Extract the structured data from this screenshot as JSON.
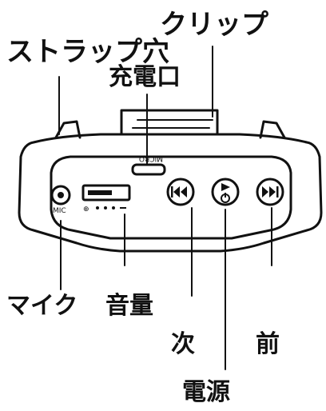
{
  "labels": {
    "clip": "クリップ",
    "strap_hole": "ストラップ穴",
    "charge_port": "充電口",
    "mic": "マイク",
    "volume": "音量",
    "next": "次",
    "prev": "前",
    "power": "電源"
  },
  "device_text": {
    "usb": "MICRO",
    "mic_port": "MIC"
  },
  "colors": {
    "ink": "#111111",
    "background": "#ffffff"
  }
}
